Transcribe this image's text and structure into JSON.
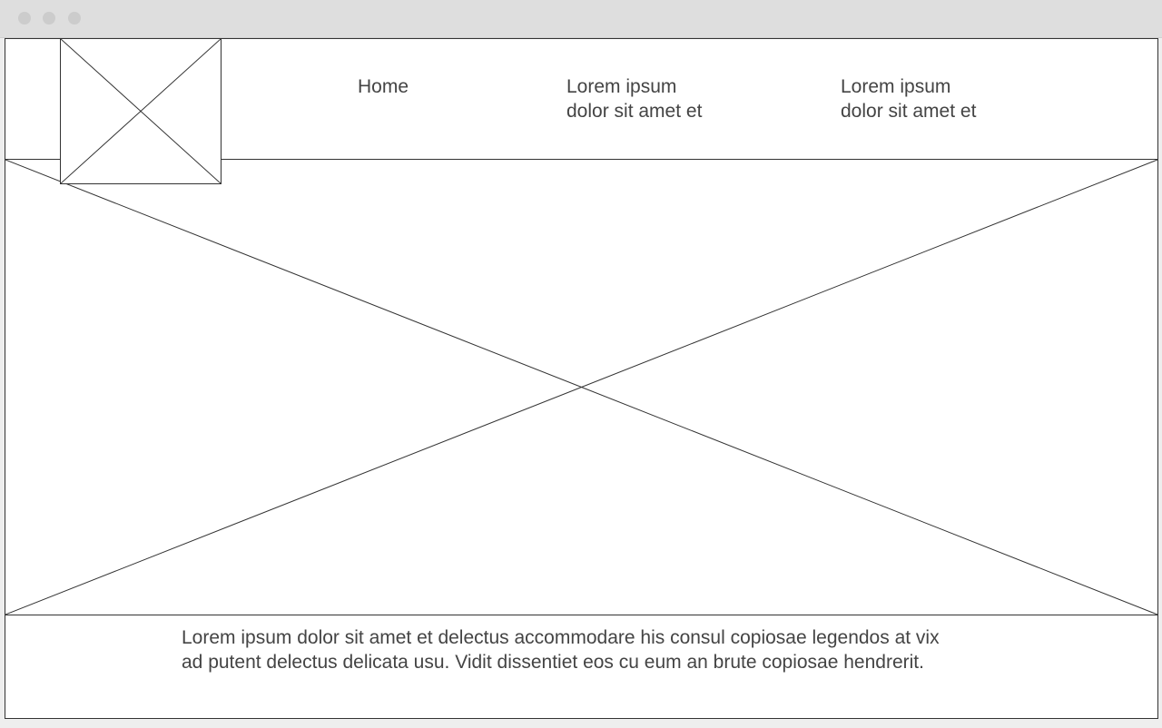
{
  "nav": {
    "home": "Home",
    "item2": "Lorem ipsum\ndolor sit amet et",
    "item3": "Lorem ipsum\ndolor sit amet et"
  },
  "footer": {
    "text": "Lorem ipsum dolor sit amet et delectus accommodare his consul copiosae legendos at vix\nad putent delectus delicata usu. Vidit dissentiet eos cu eum an brute copiosae hendrerit."
  },
  "colors": {
    "stroke": "#333333",
    "text": "#444444",
    "titlebar": "#dedede"
  },
  "icons": {
    "logo": "image-placeholder-icon",
    "hero": "image-placeholder-icon"
  }
}
